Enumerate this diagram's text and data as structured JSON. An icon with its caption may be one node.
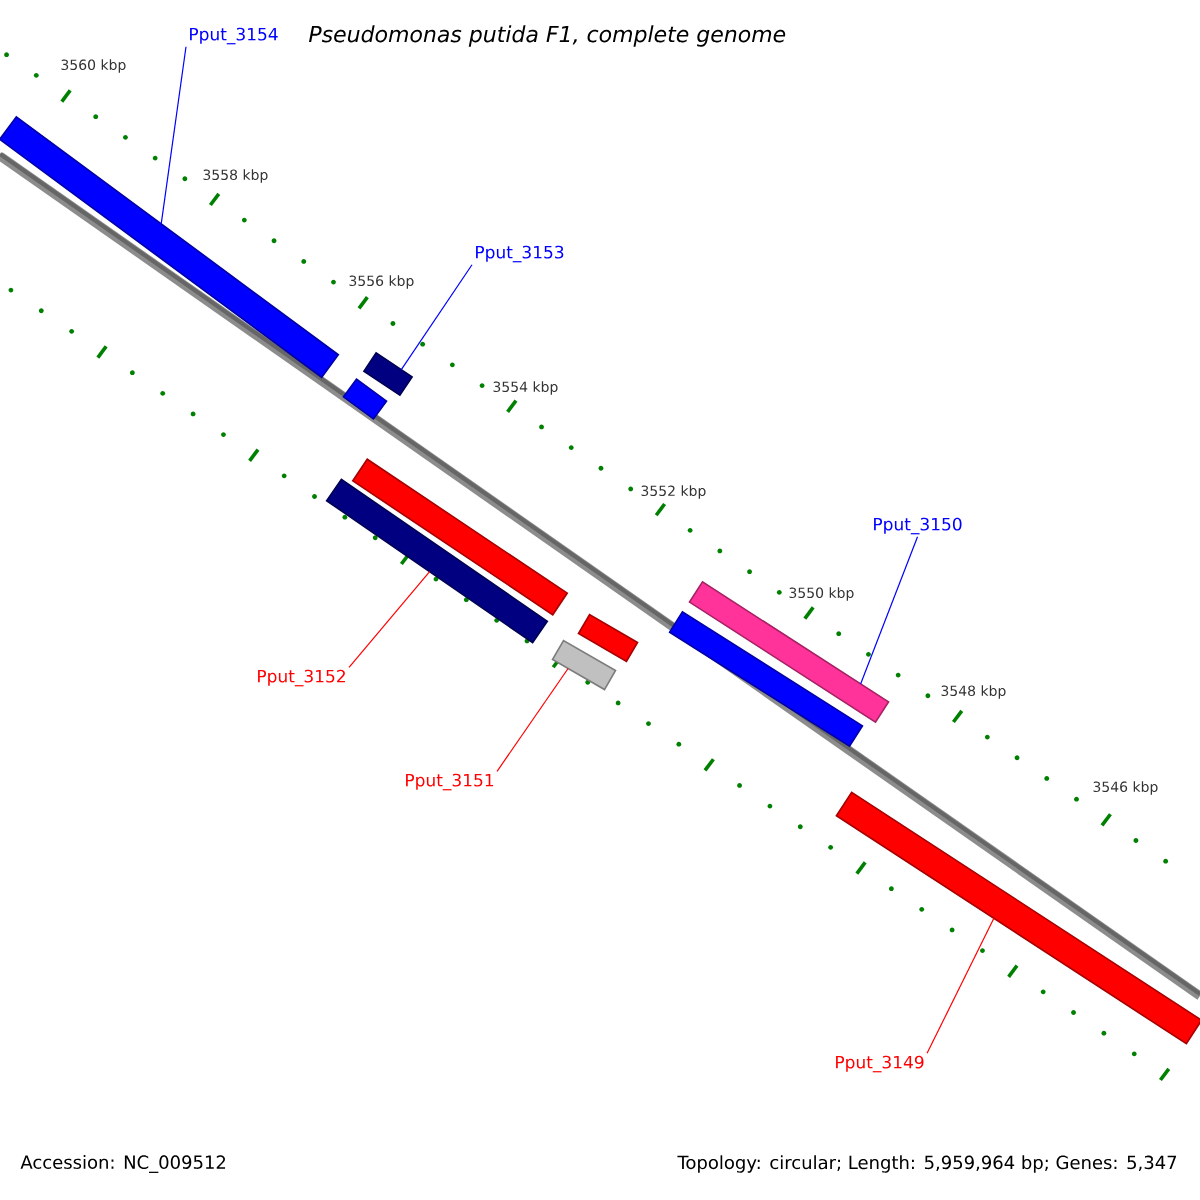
{
  "diagram": {
    "title": "Pseudomonas putida F1, complete genome",
    "nodes": [
      {
        "text": [
          "Pput_3154"
        ]
      },
      {
        "text": [],
        "shape": "bar"
      },
      {
        "text": [
          "Pput_3153"
        ]
      },
      {
        "text": [],
        "shape": "bar"
      },
      {
        "text": [],
        "shape": "bar"
      },
      {
        "text": [],
        "shape": "bar"
      },
      {
        "text": [],
        "shape": "bar"
      },
      {
        "text": [],
        "shape": "bar"
      },
      {
        "text": [],
        "shape": "bar"
      },
      {
        "text": [],
        "shape": "bar"
      },
      {
        "text": [
          "Pput_3150"
        ]
      },
      {
        "text": [],
        "shape": "bar"
      },
      {
        "text": [
          "Pput_3152"
        ]
      },
      {
        "text": [
          "Pput_3151"
        ]
      },
      {
        "text": [],
        "shape": "bar"
      },
      {
        "text": [
          "Pput_3149"
        ]
      }
    ],
    "edges": [
      {
        "from": 0,
        "to": 1,
        "arrow": "none",
        "color": "#0000ff"
      },
      {
        "from": 2,
        "to": 3,
        "arrow": "none",
        "color": "#0000ff"
      },
      {
        "from": 10,
        "to": 9,
        "arrow": "none",
        "color": "#0000ff"
      },
      {
        "from": 12,
        "to": 6,
        "arrow": "none",
        "color": "#ff0000"
      },
      {
        "from": 13,
        "to": 8,
        "arrow": "none",
        "color": "#ff0000"
      },
      {
        "from": 15,
        "to": 14,
        "arrow": "none",
        "color": "#ff0000"
      }
    ],
    "labels": [
      "3560 kbp",
      "3558 kbp",
      "3556 kbp",
      "3554 kbp",
      "3552 kbp",
      "3550 kbp",
      "3548 kbp",
      "3546 kbp",
      "Accession: NC_009512",
      "Topology: circular; Length: 5,959,964 bp; Genes: 5,347"
    ]
  }
}
